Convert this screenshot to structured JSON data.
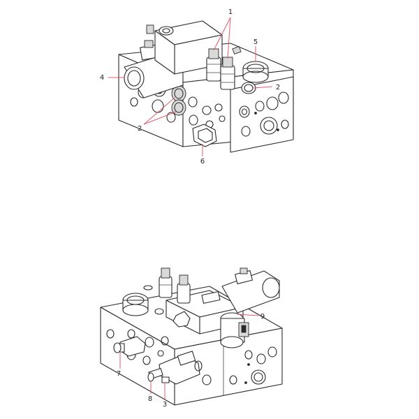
{
  "callouts_top": [
    "1",
    "2",
    "2",
    "4",
    "5",
    "6"
  ],
  "callouts_bottom": [
    "3",
    "7",
    "8",
    "9"
  ],
  "colors": {
    "leader": "#e05c6a",
    "stroke": "#2a2a2a",
    "background": "#ffffff"
  }
}
